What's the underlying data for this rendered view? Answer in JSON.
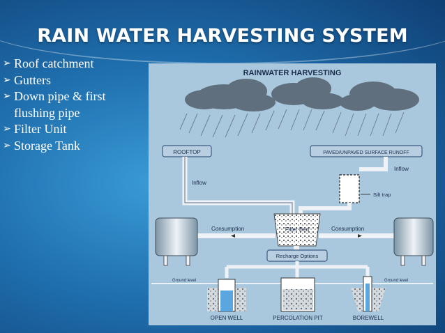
{
  "slide": {
    "title": "RAIN WATER HARVESTING SYSTEM",
    "bullets": [
      {
        "label": " Roof catchment"
      },
      {
        "label": "Gutters"
      },
      {
        "label": "Down pipe & first"
      },
      {
        "label": "Filter Unit"
      },
      {
        "label": "Storage Tank"
      }
    ],
    "bullet_continuation": "flushing pipe",
    "bullet_glyph": "➢"
  },
  "diagram": {
    "title": "RAINWATER HARVESTING",
    "rooftop": "ROOFTOP",
    "surface_runoff": "PAVED/UNPAVED SURFACE RUNOFF",
    "inflow_left": "Inflow",
    "inflow_right": "Inflow",
    "silt_trap": "Silt trap",
    "filter_bed": "Filter Bed",
    "consumption_left": "Consumption",
    "consumption_right": "Consumption",
    "recharge_options": "Recharge Options",
    "ground_level_left": "Ground level",
    "ground_level_right": "Ground level",
    "open_well": "OPEN WELL",
    "percolation_pit": "PERCOLATION PIT",
    "borewell": "BOREWELL"
  },
  "colors": {
    "background": "#1f6fae",
    "diagram_bg": "#a9c8de",
    "cloud": "#5f6f7e",
    "pipe": "#eef2f6",
    "water": "#5aa7e0"
  }
}
